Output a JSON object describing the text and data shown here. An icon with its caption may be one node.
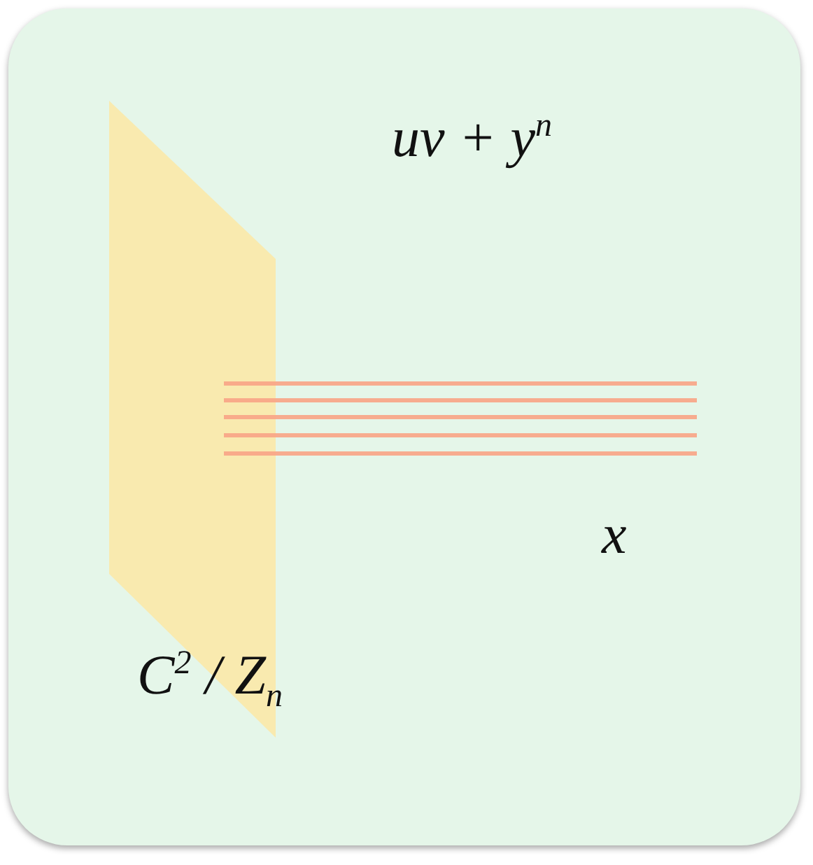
{
  "diagram": {
    "labels": [
      "uv + y$^{n}$",
      "x",
      "C$^{2}$ / Z$_{n}$"
    ]
  }
}
